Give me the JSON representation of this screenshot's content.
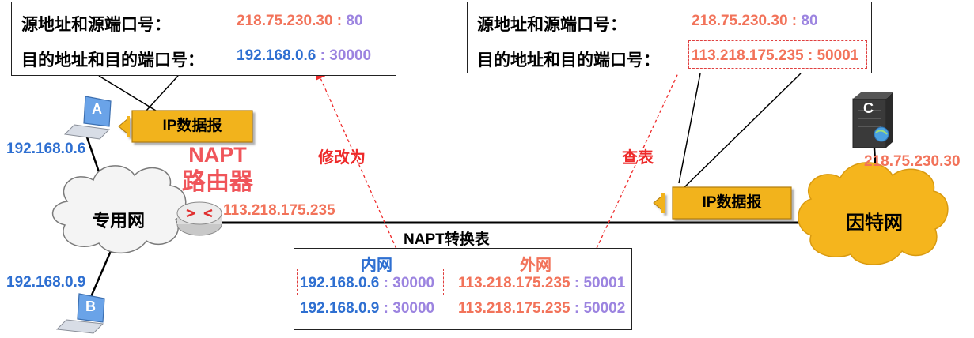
{
  "left_box": {
    "src_label": "源地址和源端口号：",
    "src_ip": "218.75.230.30",
    "src_port": "80",
    "dst_label": "目的地址和目的端口号：",
    "dst_ip": "192.168.0.6",
    "dst_port": "30000"
  },
  "right_box": {
    "src_label": "源地址和源端口号：",
    "src_ip": "218.75.230.30",
    "src_port": "80",
    "dst_label": "目的地址和目的端口号：",
    "dst_ip": "113.218.175.235",
    "dst_port": "50001"
  },
  "ip_packet_label": "IP数据报",
  "router": {
    "line1": "NAPT",
    "line2": "路由器",
    "ip": "113.218.175.235"
  },
  "host_a": {
    "letter": "A",
    "ip": "192.168.0.6"
  },
  "host_b": {
    "letter": "B",
    "ip": "192.168.0.9"
  },
  "server_c": {
    "letter": "C",
    "ip": "218.75.230.30"
  },
  "private_net": "专用网",
  "internet": "因特网",
  "annotations": {
    "modify": "修改为",
    "lookup": "查表"
  },
  "napt_table": {
    "title": "NAPT转换表",
    "col_inner": "内网",
    "col_outer": "外网",
    "rows": [
      {
        "inner_ip": "192.168.0.6",
        "inner_port": "30000",
        "outer_ip": "113.218.175.235",
        "outer_port": "50001"
      },
      {
        "inner_ip": "192.168.0.9",
        "inner_port": "30000",
        "outer_ip": "113.218.175.235",
        "outer_port": "50002"
      }
    ]
  },
  "colors": {
    "orange": "#f2735a",
    "blue": "#2e6fd1",
    "purple": "#9c84e0",
    "red": "#ee2a2a",
    "tag_fill": "#f2b31e",
    "cloud_gold": "#f5b51d"
  }
}
